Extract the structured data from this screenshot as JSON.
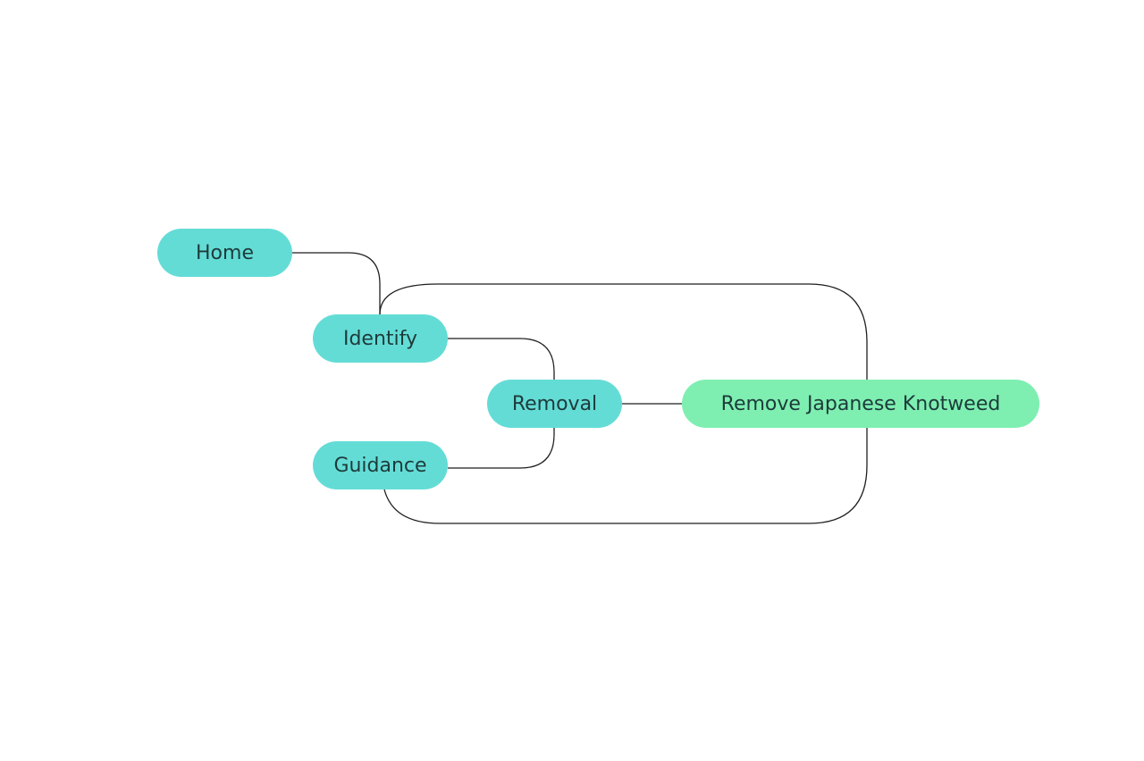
{
  "nodes": {
    "home": "Home",
    "identify": "Identify",
    "removal": "Removal",
    "guidance": "Guidance",
    "target": "Remove Japanese Knotweed"
  },
  "colors": {
    "node_fill": "#64dcd6",
    "target_fill": "#7eefb1",
    "text": "#1d3b3a",
    "line": "#1f1f1f"
  },
  "edges": [
    [
      "home",
      "identify"
    ],
    [
      "identify",
      "removal"
    ],
    [
      "guidance",
      "removal"
    ],
    [
      "removal",
      "target"
    ],
    [
      "identify",
      "target"
    ],
    [
      "guidance",
      "target"
    ]
  ]
}
